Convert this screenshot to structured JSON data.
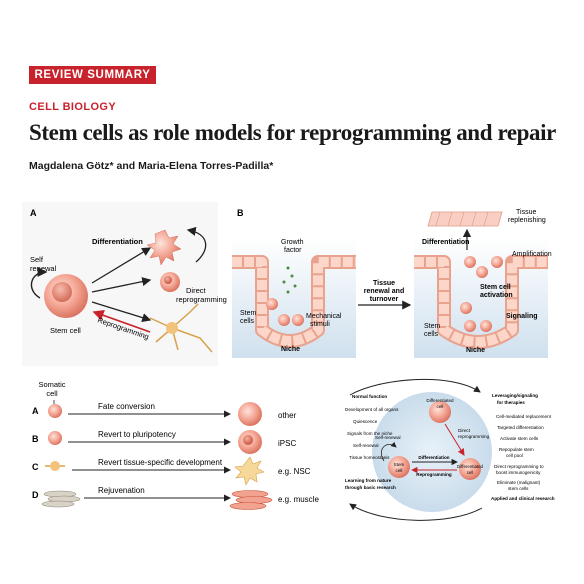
{
  "header": {
    "tag": "REVIEW SUMMARY",
    "section": "CELL BIOLOGY",
    "title": "Stem cells as role models for reprogramming and repair",
    "authors": "Magdalena Götz* and Maria-Elena Torres-Padilla*"
  },
  "panelA": {
    "label": "A",
    "self_renewal": [
      "Self",
      "renewal"
    ],
    "stem_cell": "Stem cell",
    "differentiation": "Differentiation",
    "direct_reprogramming": [
      "Direct",
      "reprogramming"
    ],
    "reprogramming": "Reprogramming"
  },
  "panelB": {
    "label": "B",
    "growth_factor": [
      "Growth",
      "factor"
    ],
    "stem_cells": [
      "Stem",
      "cells"
    ],
    "mechanical_stimuli": [
      "Mechanical",
      "stimuli"
    ],
    "niche": "Niche",
    "tissue_renewal": [
      "Tissue",
      "renewal and",
      "turnover"
    ],
    "tissue_replenishing": [
      "Tissue",
      "replenishing"
    ],
    "differentiation": "Differentiation",
    "amplification": "Amplification",
    "stem_cell_activation": [
      "Stem cell",
      "activation"
    ],
    "signaling": "Signaling",
    "stem_cells2": [
      "Stem",
      "cells"
    ],
    "niche2": "Niche"
  },
  "panelC": {
    "somatic_cell": [
      "Somatic",
      "cell"
    ],
    "rows": [
      {
        "letter": "A",
        "text": "Fate conversion",
        "result": "other"
      },
      {
        "letter": "B",
        "text": "Revert to pluripotency",
        "result": "iPSC"
      },
      {
        "letter": "C",
        "text": "Revert tissue-specific development",
        "result": "e.g. NSC"
      },
      {
        "letter": "D",
        "text": "Rejuvenation",
        "result": "e.g. muscle"
      }
    ]
  },
  "panelD": {
    "left_items": [
      "Normal function",
      "Development of all organs",
      "Quiescence",
      "Signals from the niche",
      "Self-renewal",
      "Tissue homeostasis"
    ],
    "left_footer": [
      "Learning from nature",
      "through basic research"
    ],
    "right_header": [
      "Leveraging/signaling",
      "for therapies"
    ],
    "right_items": [
      "Cell-mediated replacement",
      "Targeted differentiation",
      "Activate stem cells",
      "Repopulate stem",
      "cell pool",
      "Direct reprogramming to",
      "boost immunogenicity",
      "Eliminate (malignant)",
      "stem cells"
    ],
    "right_footer": "Applied and clinical research",
    "differentiated_cell": [
      "Differentiated",
      "cell"
    ],
    "self_renewal": "Self-renewal",
    "direct_reprogramming": [
      "Direct",
      "reprogramming"
    ],
    "differentiation": "Differentiation",
    "reprogramming": "Reprogramming",
    "stem_cell": [
      "Stem",
      "cell"
    ],
    "differentiated_cell2": [
      "Differentiated",
      "cell"
    ]
  }
}
